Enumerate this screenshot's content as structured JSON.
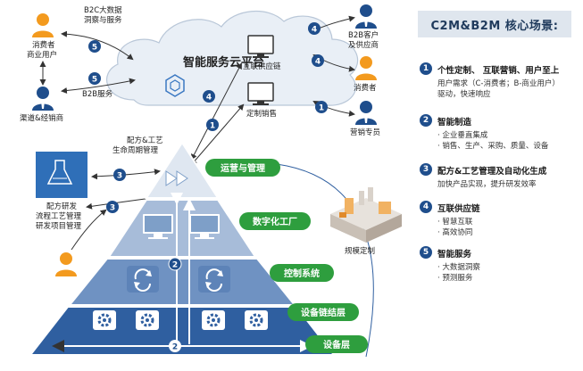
{
  "cloud": {
    "title": "智能服务云平台",
    "b2c_label_1": "B2C大数据",
    "b2c_label_2": "洞察与服务",
    "b2b_label": "B2B服务",
    "iscm_label": "互联供应链",
    "custom_sales_label": "定制销售"
  },
  "actors": {
    "consumer_1": "消费者",
    "consumer_2": "商业用户",
    "channel": "渠道&经销商",
    "b2b_customer_1": "B2B客户",
    "b2b_customer_2": "及供应商",
    "consumer": "消费者",
    "sales_rep": "营销专员"
  },
  "left_labels": {
    "recipe_lifecycle_1": "配方&工艺",
    "recipe_lifecycle_2": "生命周期管理",
    "rnd_1": "配方研发",
    "rnd_2": "流程工艺管理",
    "rnd_3": "研发项目管理"
  },
  "pyramid_labels": {
    "l1": "运营与管理",
    "l2": "数字化工厂",
    "l3": "控制系统",
    "l4": "设备链结层",
    "l5": "设备层"
  },
  "factory_label": "规模定制",
  "badges": {
    "n1": "1",
    "n2": "2",
    "n3": "3",
    "n4": "4",
    "n5": "5"
  },
  "panel": {
    "title": "C2M&B2M 核心场景:",
    "items": [
      {
        "num": "1",
        "head": "个性定制、 互联营销、用户至上",
        "desc": [
          "用户需求（C-消费者；B-商业用户）",
          "驱动，快速响应"
        ]
      },
      {
        "num": "2",
        "head": "智能制造",
        "desc": [
          "· 企业垂直集成",
          "· 销售、生产、采购、质量、设备"
        ]
      },
      {
        "num": "3",
        "head": "配方&工艺管理及自动化生成",
        "desc": [
          "加快产品实现，提升研发效率"
        ]
      },
      {
        "num": "4",
        "head": "互联供应链",
        "desc": [
          "· 智慧互联",
          "· 高效协同"
        ]
      },
      {
        "num": "5",
        "head": "智能服务",
        "desc": [
          "· 大数据洞察",
          "· 预测服务"
        ]
      }
    ]
  },
  "colors": {
    "navy": "#1f4e8c",
    "green": "#2e9e3e",
    "orange": "#f39a1e",
    "cloud": "#e9eff6",
    "pyramid_top": "#dfe7f1",
    "pyramid_mid": "#7e9fc8",
    "pyramid_base": "#2f5fa0"
  }
}
